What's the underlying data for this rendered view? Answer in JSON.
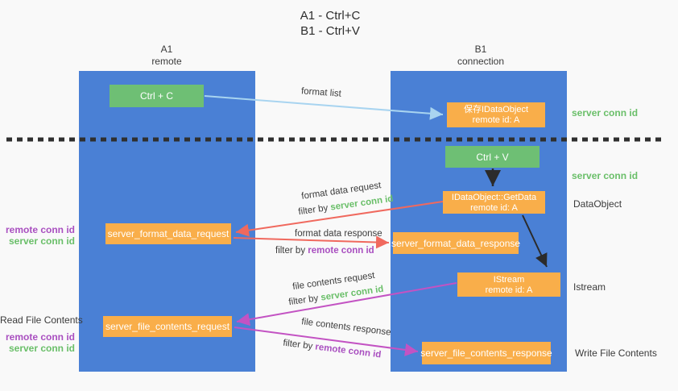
{
  "title": {
    "line1": "A1 - Ctrl+C",
    "line2": "B1 - Ctrl+V"
  },
  "lifelines": {
    "left": {
      "name": "A1",
      "role": "remote"
    },
    "right": {
      "name": "B1",
      "role": "connection"
    }
  },
  "nodes": {
    "ctrl_c": {
      "label": "Ctrl + C"
    },
    "save_dataobject": {
      "line1": "保存IDataObject",
      "line2": "remote id: A"
    },
    "ctrl_v": {
      "label": "Ctrl + V"
    },
    "getdata": {
      "line1": "IDataObject::GetData",
      "line2": "remote id: A"
    },
    "format_data_request": {
      "label": "server_format_data_request"
    },
    "format_data_response": {
      "label": "server_format_data_response"
    },
    "istream": {
      "line1": "IStream",
      "line2": "remote id: A"
    },
    "file_contents_request": {
      "label": "server_file_contents_request"
    },
    "file_contents_response": {
      "label": "server_file_contents_response"
    }
  },
  "arrow_labels": {
    "format_list": "format list",
    "format_data_request": {
      "line1": "format data request",
      "filter_prefix": "filter by ",
      "filter_key": "server conn id"
    },
    "format_data_response": {
      "line1": "format data response",
      "filter_prefix": "filter by ",
      "filter_key": "remote conn id"
    },
    "file_contents_request": {
      "line1": "file contents request",
      "filter_prefix": "filter by ",
      "filter_key": "server conn id"
    },
    "file_contents_response": {
      "line1": "file contents response",
      "filter_prefix": "filter by ",
      "filter_key": "remote conn id"
    }
  },
  "side_labels": {
    "right_server_conn_top": "server conn id",
    "right_server_conn_mid": "server conn id",
    "right_dataobject": "DataObject",
    "right_istream": "Istream",
    "right_write_file": "Write File Contents",
    "left_remote_conn_top": "remote conn id",
    "left_server_conn_top": "server conn id",
    "left_read_file": "Read File Contents",
    "left_remote_conn_bottom": "remote conn id",
    "left_server_conn_bottom": "server conn id"
  },
  "colors": {
    "lifeline_blue": "#4a80d5",
    "action_green": "#6ebf74",
    "message_orange": "#f9ae4a",
    "arrow_lightblue": "#a8d4f0",
    "arrow_red": "#f0695e",
    "arrow_magenta": "#c353c3",
    "arrow_black": "#2b2b2b",
    "text_green": "#6abf69",
    "text_purple": "#a94fc0",
    "background": "#f9f9f9"
  }
}
